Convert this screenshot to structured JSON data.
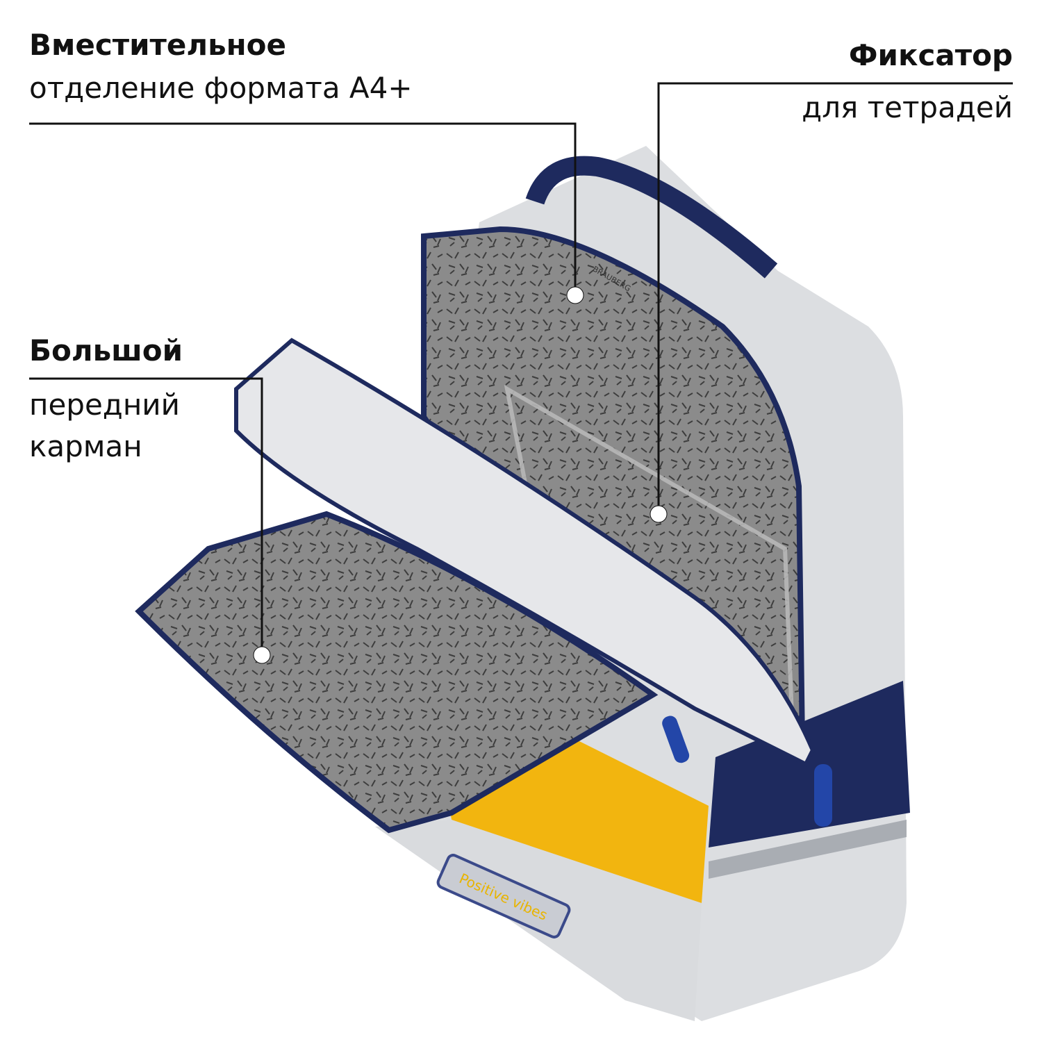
{
  "callouts": [
    {
      "title": "Вместительное",
      "text": "отделение формата А4+"
    },
    {
      "title": "Фиксатор",
      "text": "для тетрадей"
    },
    {
      "title": "Большой",
      "lines": [
        "передний",
        "карман"
      ]
    }
  ],
  "product": {
    "patch_text": "Positive vibes",
    "lining_brand": "BRAUBERG"
  },
  "colors": {
    "navy": "#1e2a5e",
    "light_gray": "#dfe1e4",
    "lining": "#7a7a7a",
    "yellow": "#f2b50f"
  }
}
